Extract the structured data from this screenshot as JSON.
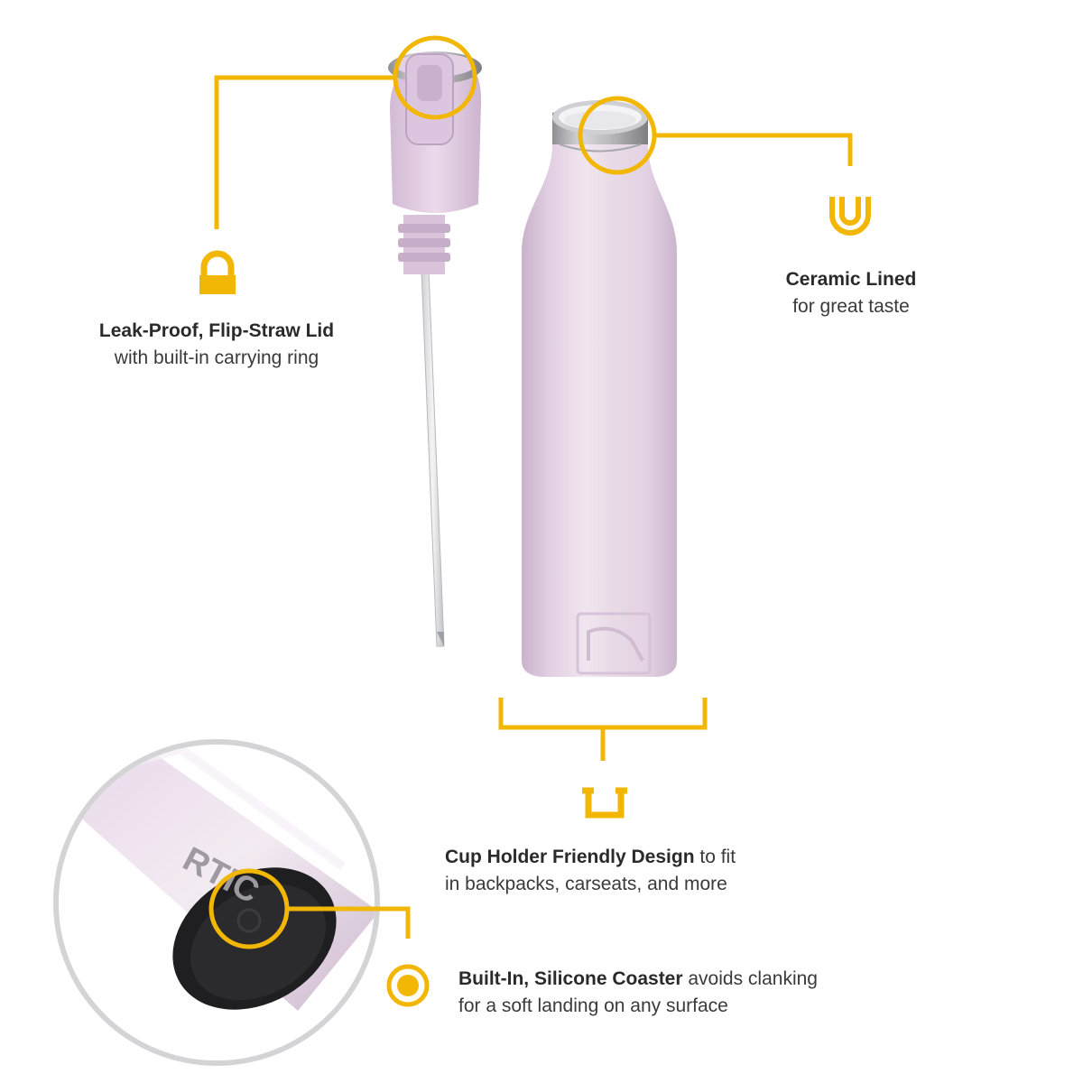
{
  "accent_color": "#F2B705",
  "bottle_color": "#E5D3E5",
  "brand_logo_text": "RTIC",
  "callouts": [
    {
      "id": "lid",
      "icon": "carry-ring-icon",
      "title": "Leak-Proof, Flip-Straw Lid",
      "text": "with built-in carrying ring"
    },
    {
      "id": "ceramic",
      "icon": "u-shape-icon",
      "title": "Ceramic Lined",
      "text": "for great taste"
    },
    {
      "id": "cup",
      "icon": "cup-holder-icon",
      "title": "Cup Holder Friendly Design",
      "text_inline": " to fit",
      "text_line2": "in backpacks, carseats, and more"
    },
    {
      "id": "coaster",
      "icon": "coaster-icon",
      "title": "Built-In, Silicone Coaster",
      "text_inline": " avoids clanking",
      "text_line2": "for a soft landing on any surface"
    }
  ]
}
